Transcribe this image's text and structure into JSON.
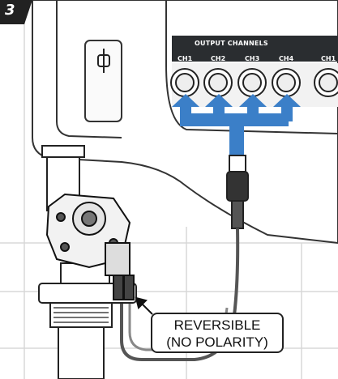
{
  "step_number": "3",
  "panel": {
    "title": "OUTPUT CHANNELS",
    "channels": [
      "CH1",
      "CH2",
      "CH3",
      "CH4",
      "CH1"
    ]
  },
  "callout": {
    "line1": "REVERSIBLE",
    "line2": "(NO POLARITY)"
  },
  "colors": {
    "arrow": "#3b7fc8",
    "panel": "#2a2d30",
    "outline": "#222222"
  }
}
